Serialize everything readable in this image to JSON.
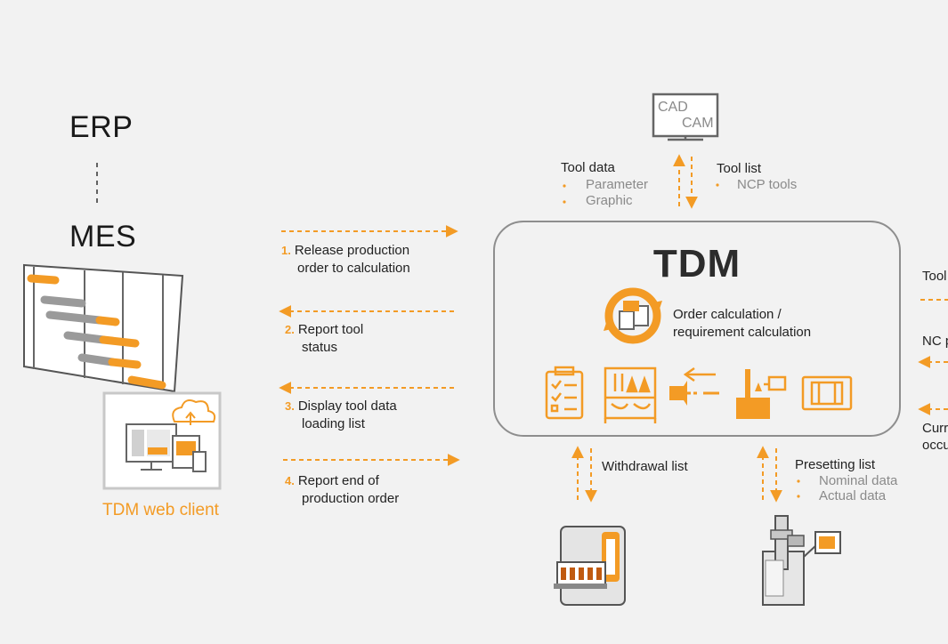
{
  "left": {
    "erp": "ERP",
    "mes": "MES",
    "web_client": "TDM web client"
  },
  "cad_cam": {
    "line1": "CAD",
    "line2": "CAM"
  },
  "tool_data": {
    "title": "Tool data",
    "items": [
      "Parameter",
      "Graphic"
    ]
  },
  "tool_list": {
    "title": "Tool list",
    "items": [
      "NCP tools"
    ]
  },
  "tdm": {
    "title": "TDM",
    "calc_line1": "Order calculation /",
    "calc_line2": "requirement calculation"
  },
  "steps": [
    {
      "num": "1.",
      "line1": "Release production",
      "line2": "order to calculation"
    },
    {
      "num": "2.",
      "line1": "Report tool",
      "line2": "status"
    },
    {
      "num": "3.",
      "line1": "Display tool data",
      "line2": "loading list"
    },
    {
      "num": "4.",
      "line1": "Report end of",
      "line2": "production order"
    }
  ],
  "withdrawal": {
    "title": "Withdrawal list"
  },
  "presetting": {
    "title": "Presetting list",
    "items": [
      "Nominal data",
      "Actual data"
    ]
  },
  "right_clipped": [
    "Tool",
    "NC p",
    "Curr",
    "occu"
  ],
  "colors": {
    "accent": "#f39b25",
    "border": "#8e8e8e",
    "background": "#f2f2f2"
  }
}
